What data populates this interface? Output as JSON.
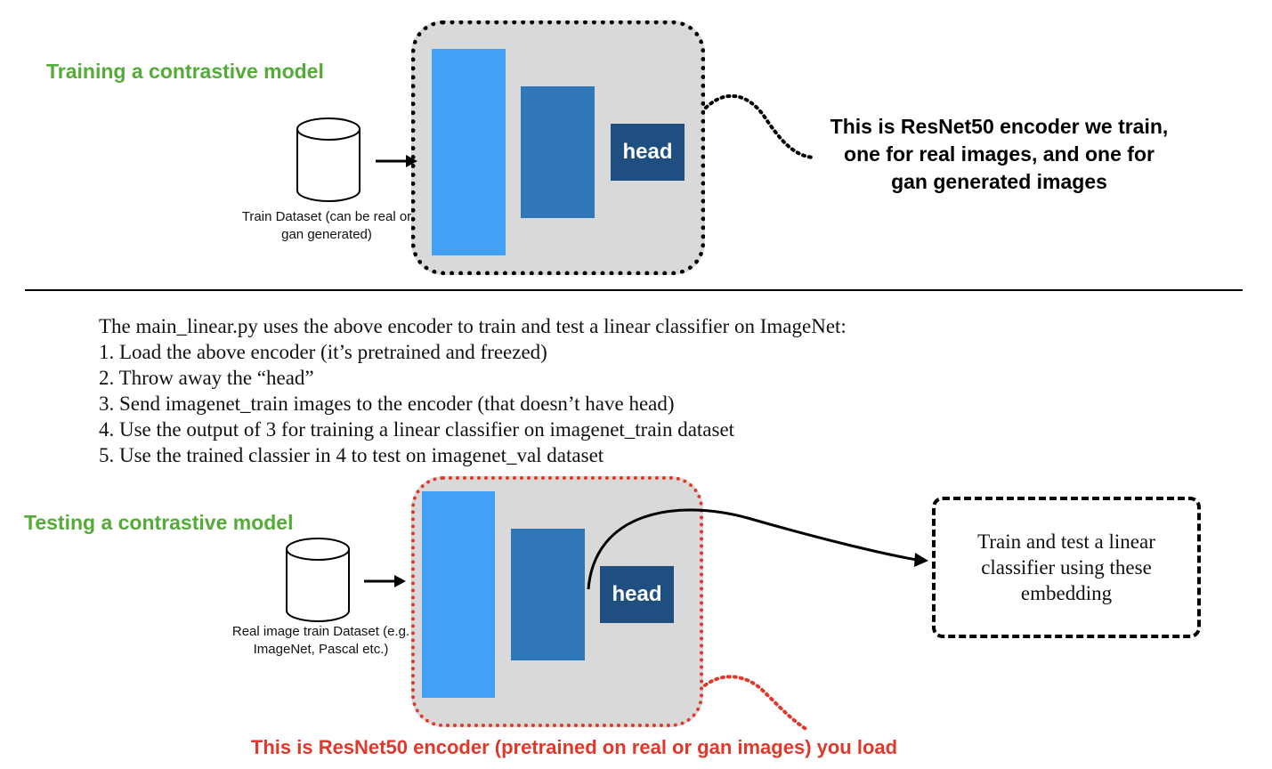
{
  "training": {
    "title": "Training a contrastive model",
    "dataset_label": [
      "Train Dataset (can be real or",
      "gan generated)"
    ],
    "head_label": "head",
    "callout": [
      "This is ResNet50 encoder we train,",
      "one for real images, and one for",
      "gan generated images"
    ]
  },
  "description": {
    "intro": "The main_linear.py uses the above encoder to train and test a linear classifier on ImageNet:",
    "steps": [
      "1. Load the above encoder (it’s pretrained and freezed)",
      "2. Throw away the “head”",
      "3. Send imagenet_train images to the encoder (that doesn’t have head)",
      "4. Use the output of 3 for training a linear classifier on imagenet_train dataset",
      "5. Use the trained classier in 4 to test on imagenet_val dataset"
    ]
  },
  "testing": {
    "title": "Testing a contrastive model",
    "dataset_label": [
      "Real image train Dataset (e.g.",
      "ImageNet, Pascal etc.)"
    ],
    "head_label": "head",
    "result_box": [
      "Train and test a linear",
      "classifier using these",
      "embedding"
    ],
    "caption": "This is ResNet50 encoder (pretrained on real or gan images) you load"
  },
  "colors": {
    "title_green": "#55ab38",
    "bar_light": "#42a0f6",
    "bar_mid": "#2f77b8",
    "head": "#1e4f80",
    "encoder_bg": "#d9d9d9",
    "caption_red": "#e0392b"
  }
}
